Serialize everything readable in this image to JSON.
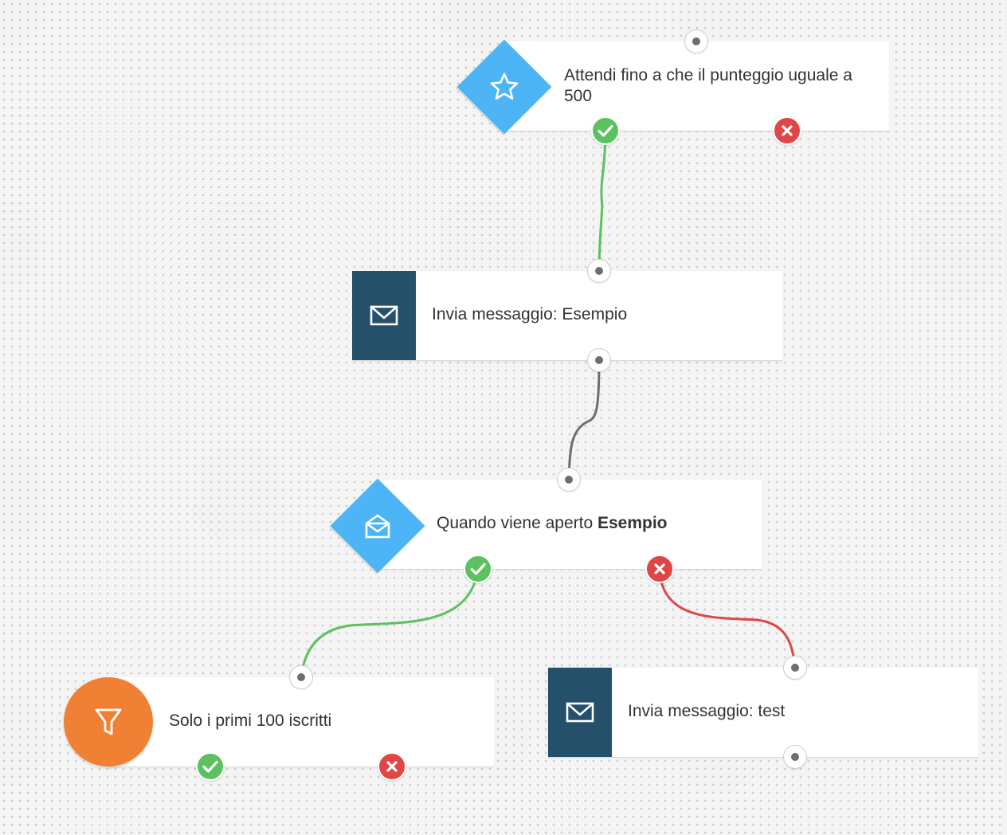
{
  "nodes": {
    "wait_score": {
      "label": "Attendi fino a che il punteggio uguale a 500",
      "icon": "star-icon"
    },
    "send_message_1": {
      "label": "Invia messaggio: Esempio",
      "icon": "envelope-icon"
    },
    "when_opened": {
      "label_prefix": "Quando viene aperto ",
      "label_bold": "Esempio",
      "icon": "open-envelope-icon"
    },
    "filter_first": {
      "label": "Solo i primi 100 iscritti",
      "icon": "filter-icon"
    },
    "send_message_2": {
      "label": "Invia messaggio: test",
      "icon": "envelope-icon"
    }
  },
  "colors": {
    "background": "#f4f4f4",
    "condition_blue": "#4db5f5",
    "message_navy": "#24506a",
    "filter_orange": "#f08033",
    "yes_green": "#5cc15e",
    "no_red": "#e04646",
    "link_gray": "#6e6e6e"
  }
}
